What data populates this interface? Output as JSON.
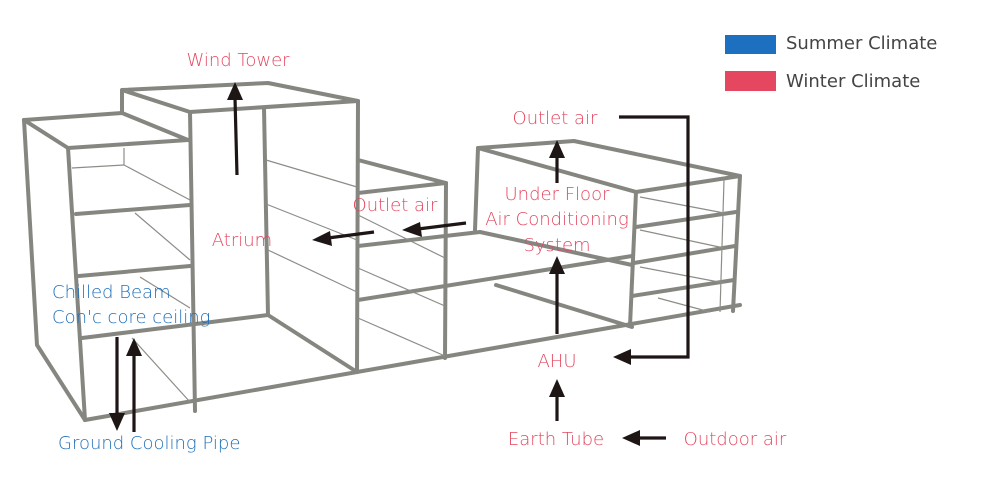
{
  "legend": [
    {
      "label": "Summer Climate",
      "color": "#1d6fbf"
    },
    {
      "label": "Winter Climate",
      "color": "#e4475f"
    }
  ],
  "labels": {
    "wind_tower": "Wind Tower",
    "atrium": "Atrium",
    "outlet_air_left": "Outlet air",
    "outlet_air_top": "Outlet air",
    "under_floor_1": "Under Floor",
    "under_floor_2": "Air Conditioning",
    "under_floor_3": "System",
    "ahu": "AHU",
    "earth_tube": "Earth Tube",
    "outdoor_air": "Outdoor air",
    "chilled_beam_1": "Chilled Beam",
    "chilled_beam_2": "Con'c core ceiling",
    "ground_cooling_pipe": "Ground Cooling Pipe"
  },
  "colors": {
    "winter_text": "#e4475f",
    "summer_text": "#1f6fb8",
    "wireframe": "#868681",
    "arrow": "#1d1615"
  }
}
